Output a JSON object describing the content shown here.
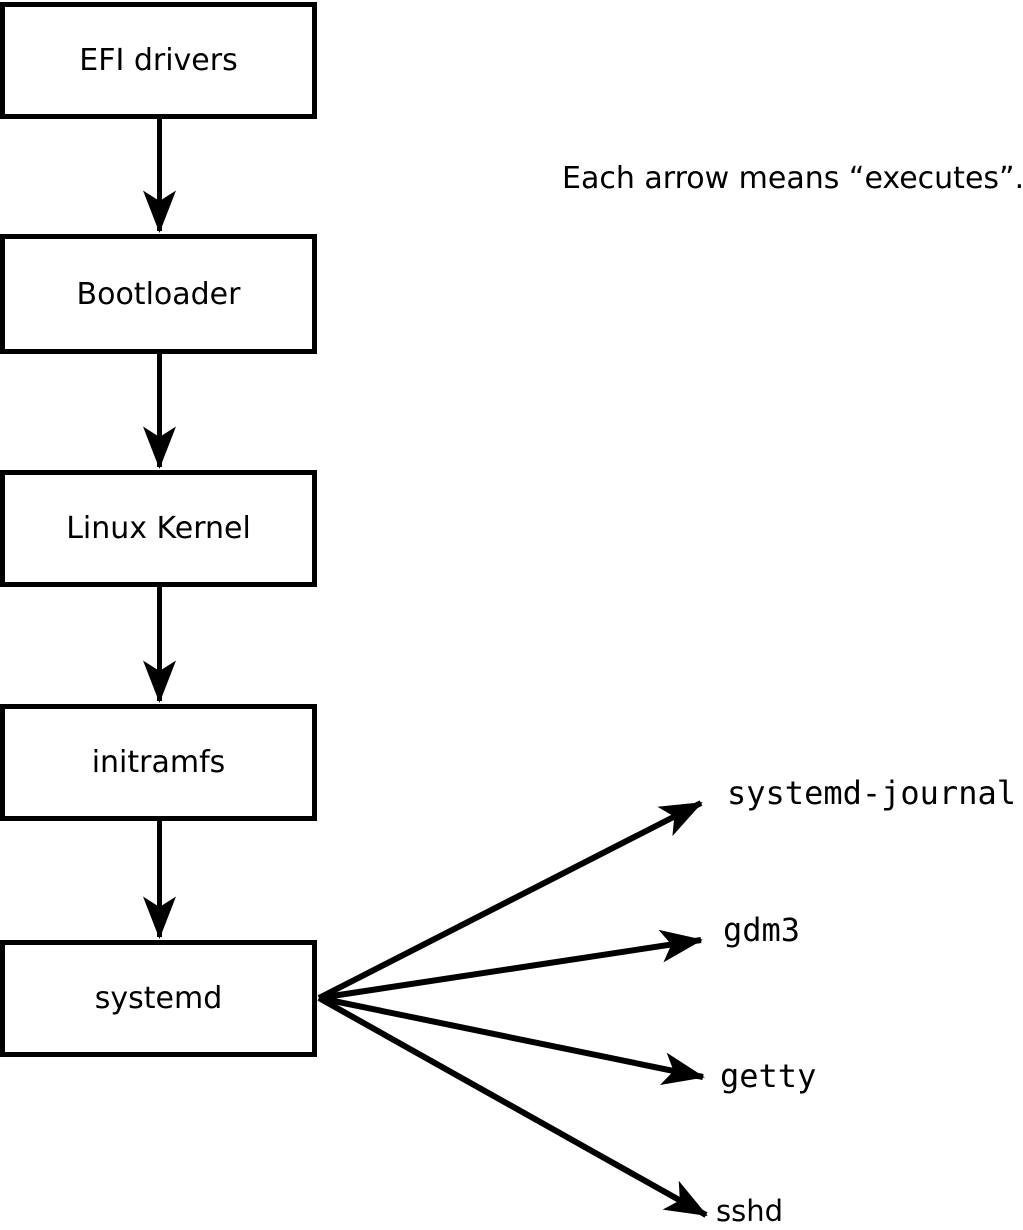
{
  "diagram": {
    "caption": "Each arrow means “executes”.",
    "chain": [
      {
        "label": "EFI drivers"
      },
      {
        "label": "Bootloader"
      },
      {
        "label": "Linux Kernel"
      },
      {
        "label": "initramfs"
      },
      {
        "label": "systemd"
      }
    ],
    "fanout_targets": [
      {
        "label": "systemd-journal"
      },
      {
        "label": "gdm3"
      },
      {
        "label": "getty"
      },
      {
        "label": "sshd"
      }
    ],
    "colors": {
      "stroke": "#000000",
      "box_fill": "#ffffff",
      "background": "#ffffff",
      "text": "#000000"
    }
  }
}
